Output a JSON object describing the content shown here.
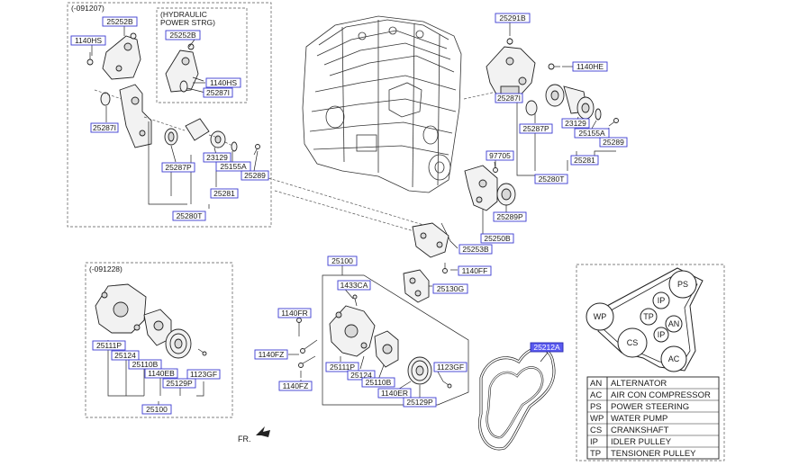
{
  "group_labels": {
    "top_left": "(-091207)",
    "hydraulic_line1": "(HYDRAULIC",
    "hydraulic_line2": "POWER STRG)",
    "bottom_left": "(-091228)"
  },
  "part_labels": {
    "tl_25252B": "25252B",
    "tl_1140HS": "1140HS",
    "hyd_25252B": "25252B",
    "hyd_1140HS": "1140HS",
    "hyd_25287I": "25287I",
    "tl_25287I": "25287I",
    "tl_25287P": "25287P",
    "tl_23129": "23129",
    "tl_25155A": "25155A",
    "tl_25289": "25289",
    "tl_25281": "25281",
    "tl_25280T": "25280T",
    "tr_25291B": "25291B",
    "tr_1140HE": "1140HE",
    "tr_25287I": "25287I",
    "tr_25287P": "25287P",
    "tr_23129": "23129",
    "tr_25155A": "25155A",
    "tr_25289": "25289",
    "tr_25281": "25281",
    "tr_25280T": "25280T",
    "c_97705": "97705",
    "c_25289P": "25289P",
    "c_25250B": "25250B",
    "c_25253B": "25253B",
    "c_1140FF": "1140FF",
    "c_25130G": "25130G",
    "c_25100": "25100",
    "c_1433CA": "1433CA",
    "c_1140FR": "1140FR",
    "c_1140FZ_a": "1140FZ",
    "c_1140FZ_b": "1140FZ",
    "c_25111P": "25111P",
    "c_25124": "25124",
    "c_25110B": "25110B",
    "c_1140ER": "1140ER",
    "c_25129P": "25129P",
    "c_1123GF": "1123GF",
    "belt_25212A": "25212A",
    "bl_25111P": "25111P",
    "bl_25124": "25124",
    "bl_25110B": "25110B",
    "bl_1140EB": "1140EB",
    "bl_1123GF": "1123GF",
    "bl_25129P": "25129P",
    "bl_25100": "25100"
  },
  "fr_label": "FR.",
  "belt_routing": {
    "pulleys": [
      "PS",
      "IP",
      "WP",
      "TP",
      "AN",
      "IP",
      "CS",
      "AC"
    ]
  },
  "legend": [
    {
      "code": "AN",
      "name": "ALTERNATOR"
    },
    {
      "code": "AC",
      "name": "AIR CON COMPRESSOR"
    },
    {
      "code": "PS",
      "name": "POWER STEERING"
    },
    {
      "code": "WP",
      "name": "WATER PUMP"
    },
    {
      "code": "CS",
      "name": "CRANKSHAFT"
    },
    {
      "code": "IP",
      "name": "IDLER PULLEY"
    },
    {
      "code": "TP",
      "name": "TENSIONER PULLEY"
    }
  ],
  "colors": {
    "label_border": "#3b3bd0",
    "highlight": "#5a5af0"
  }
}
